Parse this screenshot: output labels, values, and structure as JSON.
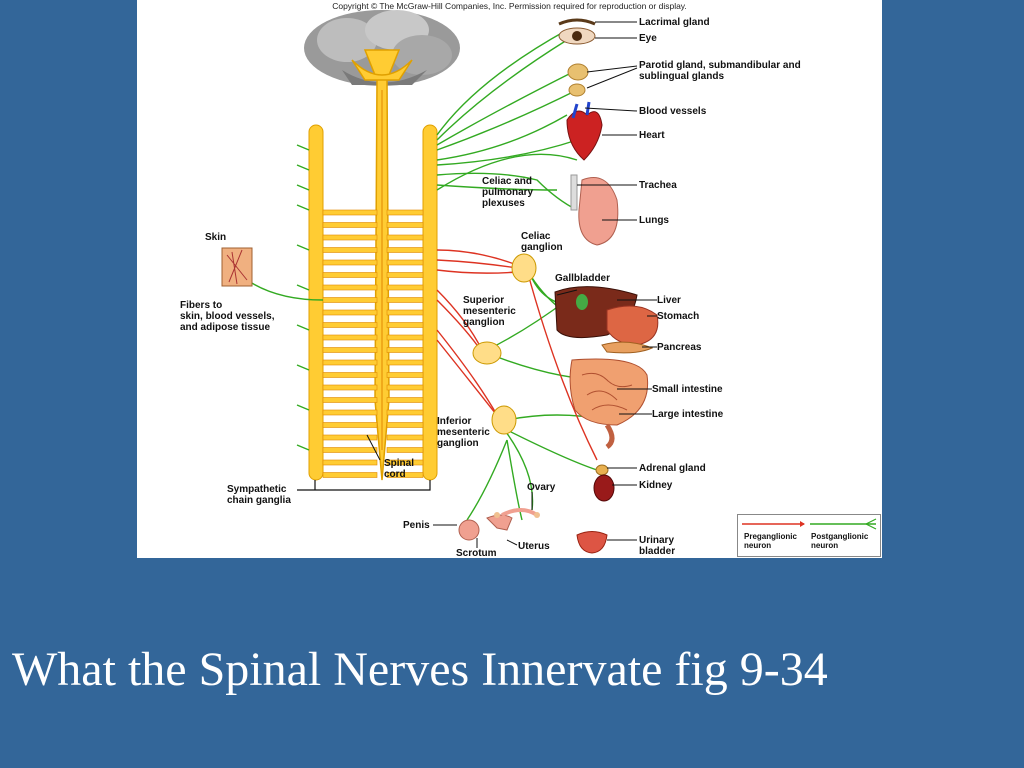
{
  "copyright": "Copyright © The McGraw-Hill Companies, Inc. Permission required for reproduction or display.",
  "caption": "What the Spinal Nerves Innervate fig 9-34",
  "colors": {
    "background": "#336699",
    "preganglionic": "#dd3322",
    "postganglionic": "#33aa22",
    "spinal_cord": "#ffcc33"
  },
  "labels": {
    "lacrimal_gland": "Lacrimal gland",
    "eye": "Eye",
    "salivary_glands": "Parotid gland, submandibular and\nsublingual glands",
    "blood_vessels": "Blood vessels",
    "heart": "Heart",
    "celiac_pulmonary": "Celiac and\npulmonary\nplexuses",
    "trachea": "Trachea",
    "lungs": "Lungs",
    "skin": "Skin",
    "celiac_ganglion": "Celiac\nganglion",
    "gallbladder": "Gallbladder",
    "liver": "Liver",
    "stomach": "Stomach",
    "pancreas": "Pancreas",
    "fibers": "Fibers to\nskin, blood vessels,\nand adipose tissue",
    "superior_mesenteric": "Superior\nmesenteric\nganglion",
    "small_intestine": "Small intestine",
    "large_intestine": "Large intestine",
    "inferior_mesenteric": "Inferior\nmesenteric\nganglion",
    "spinal_cord": "Spinal\ncord",
    "adrenal_gland": "Adrenal gland",
    "kidney": "Kidney",
    "ovary": "Ovary",
    "sympathetic_chain": "Sympathetic\nchain ganglia",
    "penis": "Penis",
    "uterus": "Uterus",
    "scrotum": "Scrotum",
    "urinary_bladder": "Urinary\nbladder"
  },
  "legend": {
    "preganglionic": "Preganglionic\nneuron",
    "postganglionic": "Postganglionic\nneuron"
  }
}
